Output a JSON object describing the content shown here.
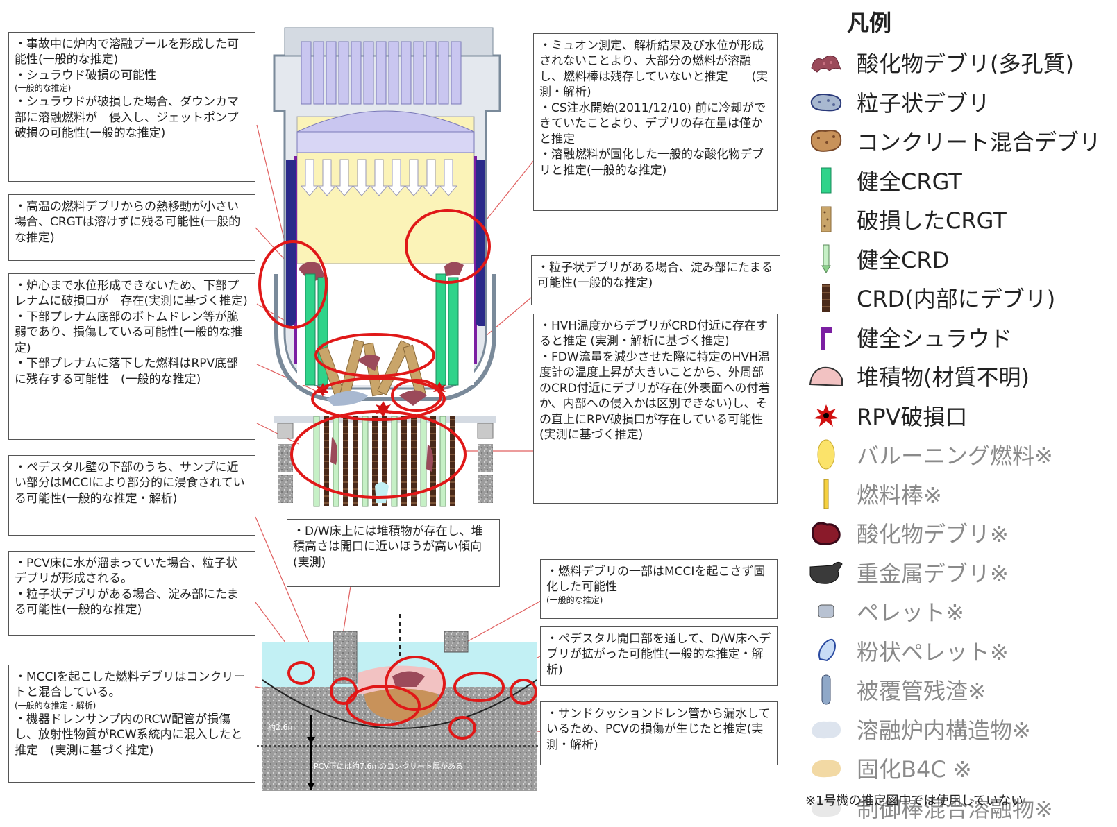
{
  "annotations": {
    "a1": {
      "lines": [
        "・事故中に炉内で溶融プールを形成した可能性(一般的な推定)",
        "・シュラウド破損の可能性",
        "(一般的な推定)",
        "・シュラウドが破損した場合、ダウンカマ部に溶融燃料が　侵入し、ジェットポンプ破損の可能性(一般的な推定)"
      ]
    },
    "a2": {
      "lines": [
        "・高温の燃料デブリからの熱移動が小さい場合、CRGTは溶けずに残る可能性(一般的な推定)"
      ]
    },
    "a3": {
      "lines": [
        "・炉心まで水位形成できないため、下部プレナムに破損口が　存在(実測に基づく推定)",
        "・下部プレナム底部のボトムドレン等が脆弱であり、損傷している可能性(一般的な推定)",
        "・下部プレナムに落下した燃料はRPV底部に残存する可能性　(一般的な推定)"
      ]
    },
    "a4": {
      "lines": [
        "・ペデスタル壁の下部のうち、サンプに近い部分はMCCIにより部分的に浸食されている可能性(一般的な推定・解析)"
      ]
    },
    "a5": {
      "lines": [
        "・PCV床に水が溜まっていた場合、粒子状デブリが形成される。",
        "・粒子状デブリがある場合、淀み部にたまる可能性(一般的な推定)"
      ]
    },
    "a6": {
      "lines": [
        "・MCCIを起こした燃料デブリはコンクリートと混合している。",
        "(一般的な推定・解析)",
        "・機器ドレンサンプ内のRCW配管が損傷し、放射性物質がRCW系統内に混入したと推定　(実測に基づく推定)"
      ]
    },
    "a7": {
      "lines": [
        "・D/W床上には堆積物が存在し、堆積高さは開口に近いほうが高い傾向 (実測)"
      ]
    },
    "a8": {
      "lines": [
        "・ミュオン測定、解析結果及び水位が形成されないことより、大部分の燃料が溶融し、燃料棒は残存していないと推定　　(実測・解析)",
        "・CS注水開始(2011/12/10) 前に冷却ができていたことより、デブリの存在量は僅かと推定",
        "・溶融燃料が固化した一般的な酸化物デブリと推定(一般的な推定)"
      ]
    },
    "a9": {
      "lines": [
        "・粒子状デブリがある場合、淀み部にたまる可能性(一般的な推定)"
      ]
    },
    "a10": {
      "lines": [
        "・HVH温度からデブリがCRD付近に存在すると推定 (実測・解析に基づく推定)",
        "・FDW流量を減少させた際に特定のHVH温度計の温度上昇が大きいことから、外周部のCRD付近にデブリが存在(外表面への付着か、内部への侵入かは区別できない)し、その直上にRPV破損口が存在している可能性(実測に基づく推定)"
      ]
    },
    "a11": {
      "lines": [
        "・燃料デブリの一部はMCCIを起こさず固化した可能性",
        "(一般的な推定)"
      ]
    },
    "a12": {
      "lines": [
        "・ペデスタル開口部を通して、D/W床へデブリが拡がった可能性(一般的な推定・解析)"
      ]
    },
    "a13": {
      "lines": [
        "・サンドクッションドレン管から漏水しているため、PCVの損傷が生じたと推定(実測・解析)"
      ]
    }
  },
  "pcv_labels": {
    "depth_label": "約2.6m",
    "concrete_label": "PCV下には約7.6mのコンクリート層がある"
  },
  "legend": {
    "title": "凡例",
    "items": [
      {
        "label": "酸化物デブリ(多孔質)",
        "icon": "porous-oxide-debris-icon",
        "gray": false
      },
      {
        "label": "粒子状デブリ",
        "icon": "particulate-debris-icon",
        "gray": false
      },
      {
        "label": "コンクリート混合デブリ",
        "icon": "concrete-mixed-debris-icon",
        "gray": false
      },
      {
        "label": "健全CRGT",
        "icon": "intact-crgt-icon",
        "gray": false
      },
      {
        "label": "破損したCRGT",
        "icon": "damaged-crgt-icon",
        "gray": false
      },
      {
        "label": "健全CRD",
        "icon": "intact-crd-icon",
        "gray": false
      },
      {
        "label": "CRD(内部にデブリ)",
        "icon": "crd-with-debris-icon",
        "gray": false
      },
      {
        "label": "健全シュラウド",
        "icon": "intact-shroud-icon",
        "gray": false
      },
      {
        "label": "堆積物(材質不明)",
        "icon": "deposit-icon",
        "gray": false
      },
      {
        "label": "RPV破損口",
        "icon": "rpv-breach-icon",
        "gray": false
      },
      {
        "label": "バルーニング燃料※",
        "icon": "ballooning-fuel-icon",
        "gray": true
      },
      {
        "label": "燃料棒※",
        "icon": "fuel-rod-icon",
        "gray": true
      },
      {
        "label": "酸化物デブリ※",
        "icon": "oxide-debris-icon",
        "gray": true
      },
      {
        "label": "重金属デブリ※",
        "icon": "heavy-metal-debris-icon",
        "gray": true
      },
      {
        "label": "ペレット※",
        "icon": "pellet-icon",
        "gray": true
      },
      {
        "label": "粉状ペレット※",
        "icon": "powder-pellet-icon",
        "gray": true
      },
      {
        "label": "被覆管残渣※",
        "icon": "cladding-residue-icon",
        "gray": true
      },
      {
        "label": "溶融炉内構造物※",
        "icon": "molten-internals-icon",
        "gray": true
      },
      {
        "label": "固化B4C ※",
        "icon": "solidified-b4c-icon",
        "gray": true
      },
      {
        "label": "制御棒混合溶融物※",
        "icon": "control-rod-melt-icon",
        "gray": true
      }
    ],
    "footnote": "※1号機の推定図中では使用していない"
  },
  "colors": {
    "porous_oxide": "#9b4a5a",
    "particulate": "#a8b8d0",
    "concrete_mixed": "#c8925a",
    "intact_crgt": "#2fd38a",
    "damaged_crgt": "#c9a56a",
    "crd_debris": "#4a2a1a",
    "shroud": "#7b1fa2",
    "deposit": "#f2c2c2",
    "breach": "#d01010",
    "ellipse": "#e01818",
    "core_fill": "#fbf3b8",
    "upper": "#c9c6f0",
    "water": "#c2f0f4",
    "concrete": "#a5a5a5"
  }
}
